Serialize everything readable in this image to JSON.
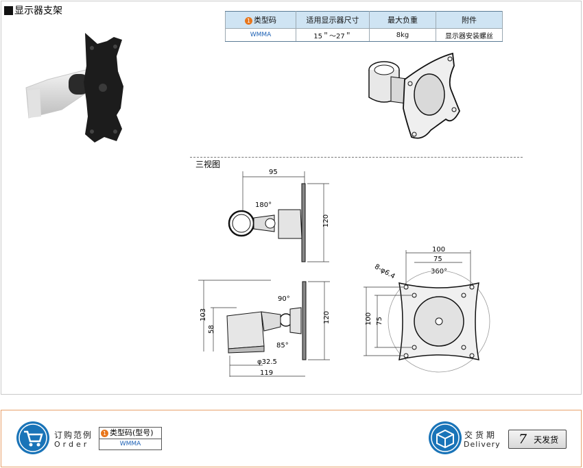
{
  "title": "显示器支架",
  "spec_table": {
    "badge": "1",
    "headers": [
      "类型码",
      "适用显示器尺寸",
      "最大负重",
      "附件"
    ],
    "row": [
      "WMMA",
      "15＂～27＂",
      "8kg",
      "显示器安装螺丝"
    ]
  },
  "section_label": "三视图",
  "dimensions": {
    "top_view": {
      "width": "95",
      "rotation": "180°",
      "height": "120"
    },
    "side_view": {
      "tilt_up": "90°",
      "tilt_down": "85°",
      "height_total": "103",
      "height_arm": "58",
      "tube_dia": "φ32.5",
      "length": "119",
      "plate_height": "120"
    },
    "front_view": {
      "hole_spacing_outer": "100",
      "hole_spacing_inner": "75",
      "holes": "8-φ6.4",
      "rotation": "360°",
      "v_outer": "100",
      "v_inner": "75"
    }
  },
  "order": {
    "title_zh": "订购范例",
    "title_en": "Order",
    "box_badge": "1",
    "box_header": "类型码(型号)",
    "box_value": "WMMA"
  },
  "delivery": {
    "title_zh": "交货期",
    "title_en": "Delivery",
    "days": "7",
    "days_label": "天发货"
  },
  "colors": {
    "accent": "#1a74b8",
    "badge": "#e8761c",
    "header_bg": "#cfe4f3",
    "order_border": "#e8a06a"
  }
}
